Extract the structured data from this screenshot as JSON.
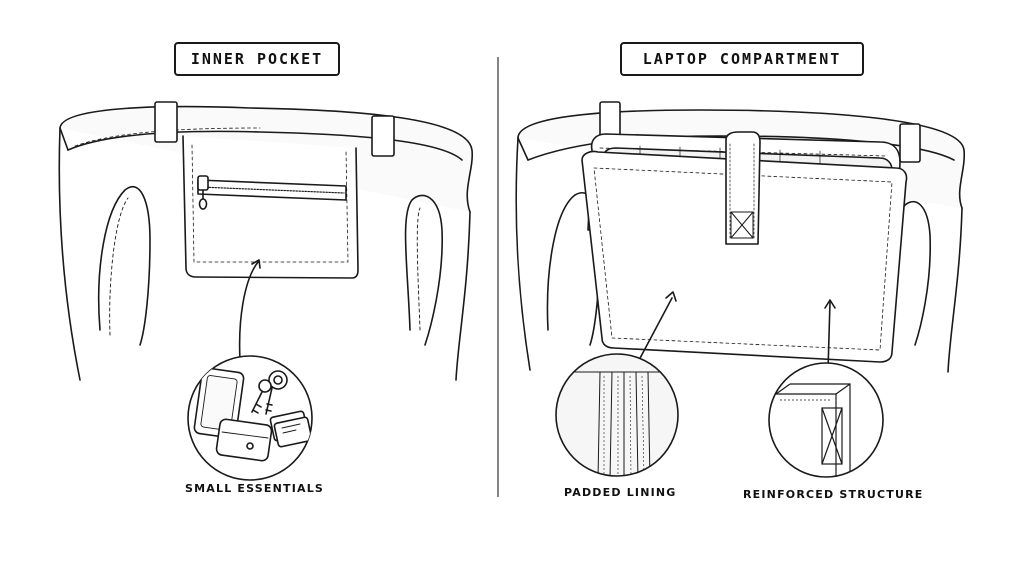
{
  "panels": {
    "left": {
      "title": "INNER POCKET",
      "callout": "SMALL ESSENTIALS",
      "contents": [
        "phone-icon",
        "keys-icon",
        "wallet-icon",
        "cards-icon"
      ]
    },
    "right": {
      "title": "LAPTOP COMPARTMENT",
      "callouts": [
        "PADDED LINING",
        "REINFORCED STRUCTURE"
      ]
    }
  },
  "colors": {
    "line": "#1a1a1a",
    "background": "#ffffff",
    "shade": "#f3f3f3"
  }
}
